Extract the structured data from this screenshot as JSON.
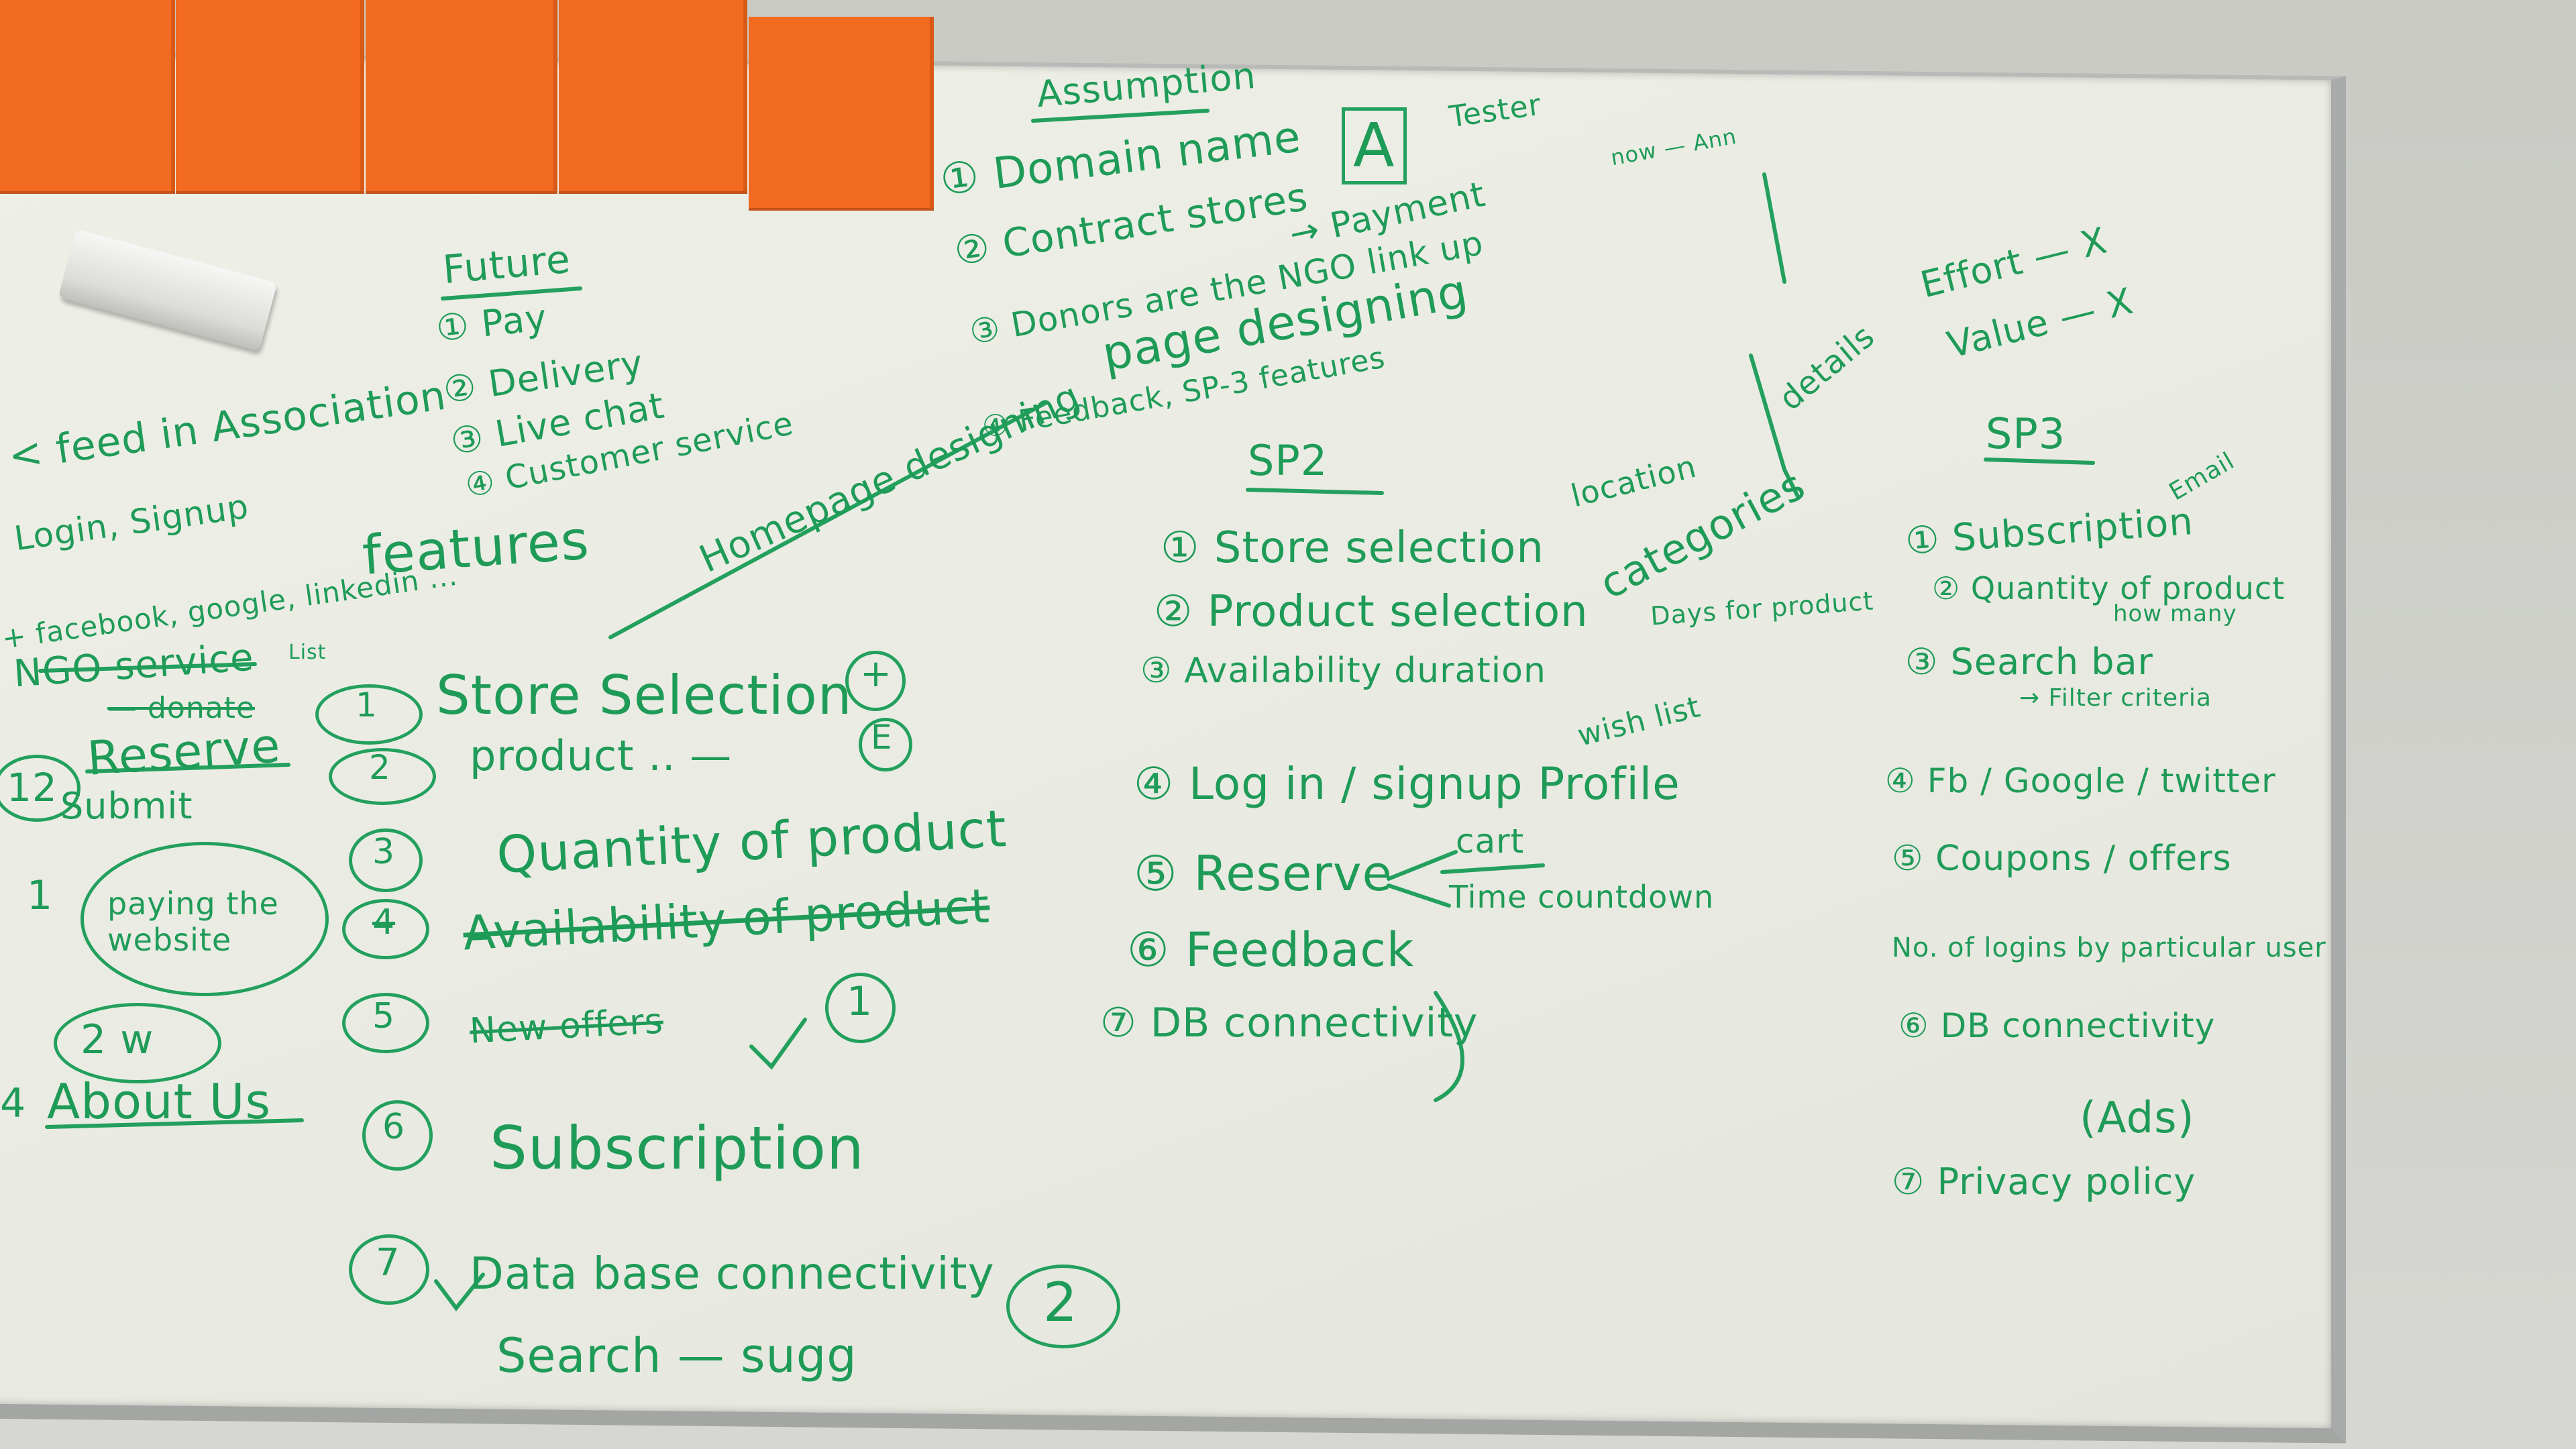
{
  "assumption": {
    "title": "Assumption",
    "items": [
      "① Domain name",
      "② Contract stores",
      "③ Donors are the NGO link up",
      "④ Feedback, SP-3 features"
    ],
    "aside_tester": "Tester",
    "aside_box": "A",
    "aside_payment": "→ Payment",
    "aside_page": "page designing",
    "aside_range": "now — Ann"
  },
  "future": {
    "title": "Future",
    "items": [
      "① Pay",
      "② Delivery",
      "③ Live chat",
      "④ Customer service"
    ],
    "features": "features"
  },
  "effort": {
    "effort": "Effort — X",
    "value": "Value — X"
  },
  "left_column": {
    "feed": "< feed in Association",
    "login": "Login, Signup",
    "facebook": "+ facebook, google, linkedin ...",
    "ngo": "NGO service",
    "ngo_list": "List",
    "donate": "— donate",
    "reserve": "Reserve",
    "reserve_num": "12",
    "submit": "Submit",
    "paying": "paying the website",
    "paying_num": "1",
    "two_w": "2 w",
    "about": "About Us",
    "about_num": "4"
  },
  "middle_list": {
    "homepage": "Homepage designing",
    "items": [
      {
        "num": "1",
        "text": "Store Selection",
        "mark": "+"
      },
      {
        "num": "2",
        "text": "product  ..  —",
        "mark": "E"
      },
      {
        "num": "3",
        "text": "Quantity of product"
      },
      {
        "num": "4",
        "text": "Availability of product"
      },
      {
        "num": "5",
        "text": "New offers"
      },
      {
        "num": "6",
        "text": "Subscription"
      },
      {
        "num": "7",
        "text": "Data base connectivity"
      }
    ],
    "circled_1": "1",
    "circled_2": "2",
    "search": "Search — sugg"
  },
  "sp2": {
    "title": "SP2",
    "items": [
      "① Store selection",
      "② Product selection",
      "③ Availability duration",
      "④ Log in / signup Profile",
      "⑤ Reserve",
      "⑥ Feedback",
      "⑦ DB connectivity"
    ],
    "location": "location",
    "categories": "categories",
    "details": "details",
    "days": "Days for product",
    "wishlist": "wish list",
    "cart": "cart",
    "timer": "Time countdown"
  },
  "sp3": {
    "title": "SP3",
    "items": [
      "① Subscription",
      "② Quantity of product",
      "③ Search bar",
      "④ Fb / Google / twitter",
      "⑤ Coupons / offers",
      "No. of logins by particular user",
      "⑥ DB connectivity",
      "(Ads)",
      "⑦ Privacy policy"
    ],
    "email": "Email",
    "howmany": "how many",
    "filter": "→ Filter criteria"
  },
  "colors": {
    "ink": "#1f9b58",
    "board": "#eceee6",
    "orange": "#f36a21",
    "frame": "#a9abaa"
  }
}
